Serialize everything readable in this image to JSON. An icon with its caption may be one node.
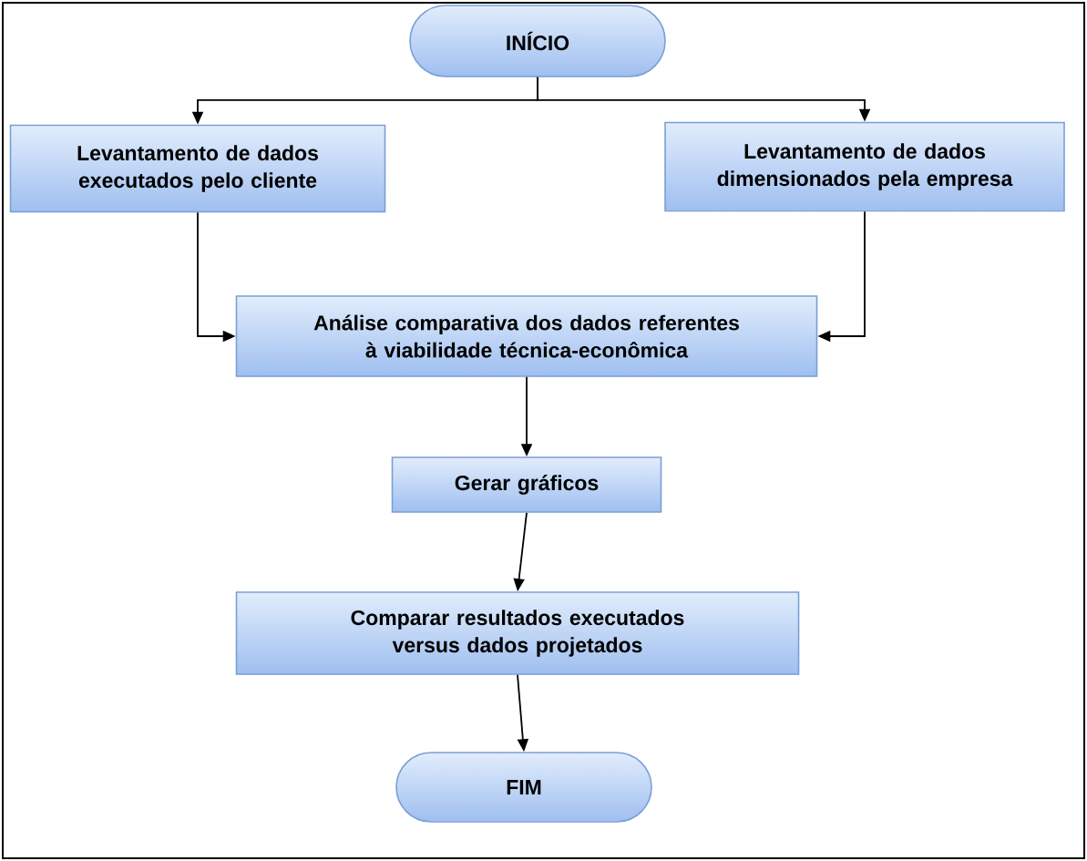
{
  "diagram": {
    "nodes": [
      {
        "text": [
          "INÍCIO"
        ]
      },
      {
        "text": [
          "Levantamento de dados executados pelo cliente"
        ]
      },
      {
        "text": [
          "Levantamento de dados dimensionados pela empresa"
        ]
      },
      {
        "text": [
          "Análise comparativa dos dados referentes à viabilidade técnica-econômica"
        ]
      },
      {
        "text": [
          "Gerar gráficos"
        ]
      },
      {
        "text": [
          "Comparar resultados executados versus dados projetados"
        ]
      },
      {
        "text": [
          "FIM"
        ]
      }
    ],
    "edges": [
      {
        "from": 0,
        "to": 1,
        "arrow": "to"
      },
      {
        "from": 0,
        "to": 2,
        "arrow": "to"
      },
      {
        "from": 1,
        "to": 3,
        "arrow": "to"
      },
      {
        "from": 2,
        "to": 3,
        "arrow": "to"
      },
      {
        "from": 3,
        "to": 4,
        "arrow": "to"
      },
      {
        "from": 4,
        "to": 5,
        "arrow": "to"
      },
      {
        "from": 5,
        "to": 6,
        "arrow": "to"
      }
    ]
  }
}
